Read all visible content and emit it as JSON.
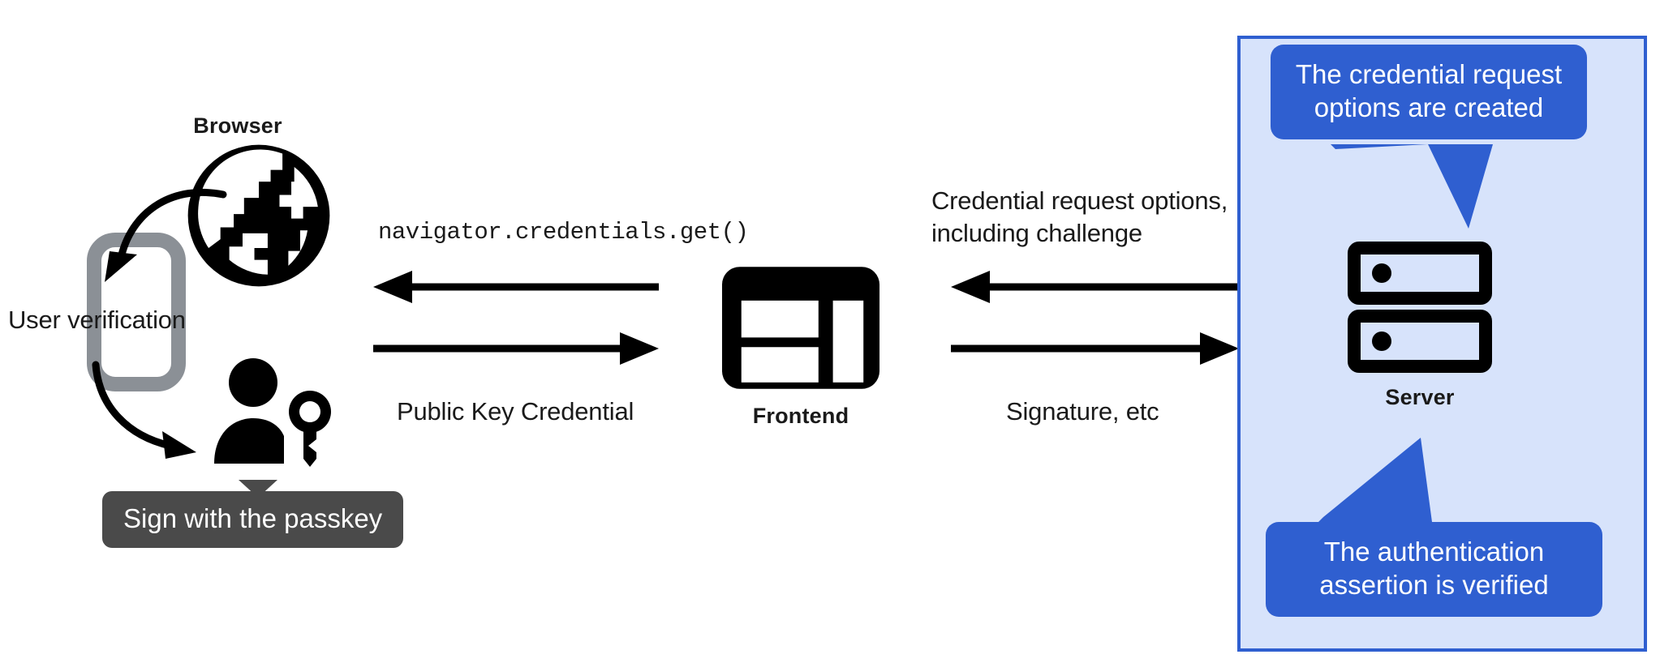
{
  "diagram": {
    "title": "WebAuthn passkey authentication flow",
    "colors": {
      "panel_fill": "#d7e3fb",
      "panel_border": "#2f5fd0",
      "bubble_blue": "#2f5fd0",
      "tooltip_dark": "#4a4a4a",
      "icon_black": "#000000",
      "phone_gray": "#8b9096",
      "text": "#1a1a1a"
    }
  },
  "nodes": {
    "browser": {
      "caption": "Browser",
      "icon": "globe-icon"
    },
    "phone": {
      "icon": "phone-icon"
    },
    "user": {
      "icon": "person-with-key-icon"
    },
    "frontend": {
      "caption": "Frontend",
      "icon": "dashboard-layout-icon"
    },
    "server": {
      "caption": "Server",
      "icon": "server-rack-icon"
    }
  },
  "annotations": {
    "user_verification": "User verification",
    "sign_with_passkey": "Sign with the passkey"
  },
  "flows": {
    "browser_frontend": {
      "top_label": "navigator.credentials.get()",
      "bottom_label": "Public Key Credential",
      "top_direction": "left",
      "bottom_direction": "right"
    },
    "frontend_server": {
      "top_label": "Credential request options,\nincluding challenge",
      "bottom_label": "Signature, etc",
      "top_direction": "left",
      "bottom_direction": "right"
    }
  },
  "callouts": {
    "top": "The credential request\noptions are created",
    "bottom": "The authentication\nassertion is verified"
  }
}
